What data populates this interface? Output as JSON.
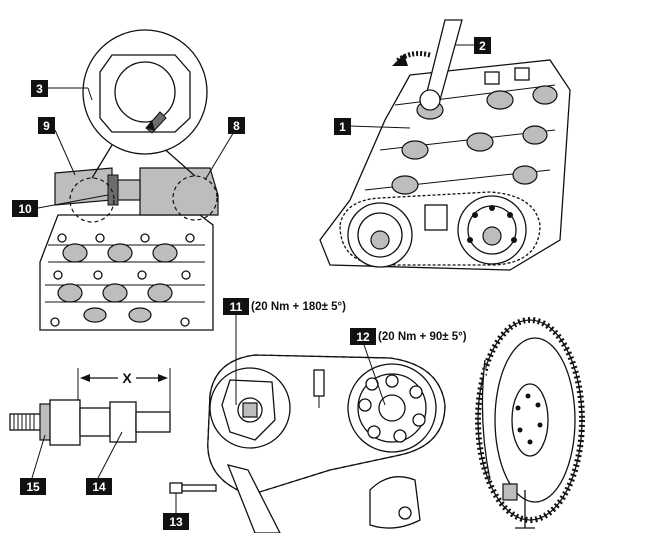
{
  "callouts": {
    "c1": "1",
    "c2": "2",
    "c3": "3",
    "c8": "8",
    "c9": "9",
    "c10": "10",
    "c11": "11",
    "c12": "12",
    "c13": "13",
    "c14": "14",
    "c15": "15"
  },
  "torque": {
    "t11": "(20 Nm + 180± 5°)",
    "t12": "(20 Nm + 90± 5°)"
  },
  "dimension": {
    "x": "X"
  }
}
